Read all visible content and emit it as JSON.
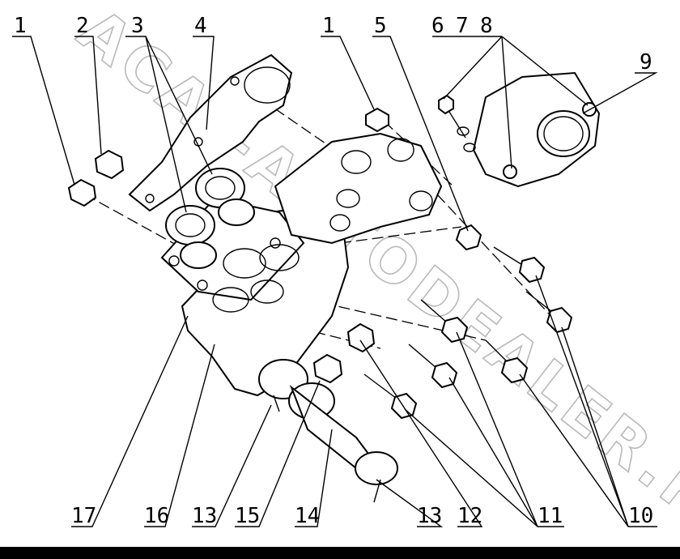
{
  "watermark": "ACAT-AUTODEALER.RU",
  "callouts": {
    "c1a": "1",
    "c2": "2",
    "c3": "3",
    "c4": "4",
    "c1b": "1",
    "c5": "5",
    "c6": "6",
    "c7": "7",
    "c8": "8",
    "c9": "9",
    "c17": "17",
    "c16": "16",
    "c13a": "13",
    "c15": "15",
    "c14": "14",
    "c13b": "13",
    "c12": "12",
    "c11": "11",
    "c10": "10"
  },
  "colors": {
    "line": "#000000",
    "watermark": "#b9b9b9",
    "background": "#ffffff"
  }
}
